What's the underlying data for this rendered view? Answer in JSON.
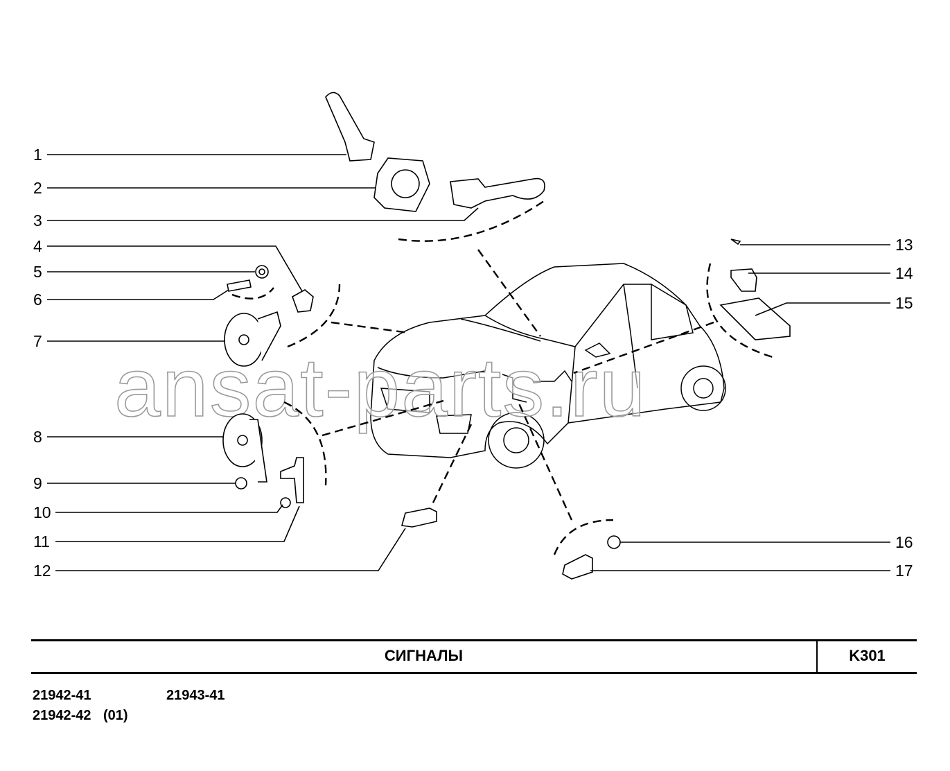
{
  "watermark": "ansat-parts.ru",
  "callouts": [
    "1",
    "2",
    "3",
    "4",
    "5",
    "6",
    "7",
    "8",
    "9",
    "10",
    "11",
    "12",
    "13",
    "14",
    "15",
    "16",
    "17"
  ],
  "footer": {
    "title": "СИГНАЛЫ",
    "code": "K301",
    "models": [
      "21942-41",
      "21943-41",
      "21942-42",
      "(01)"
    ]
  }
}
